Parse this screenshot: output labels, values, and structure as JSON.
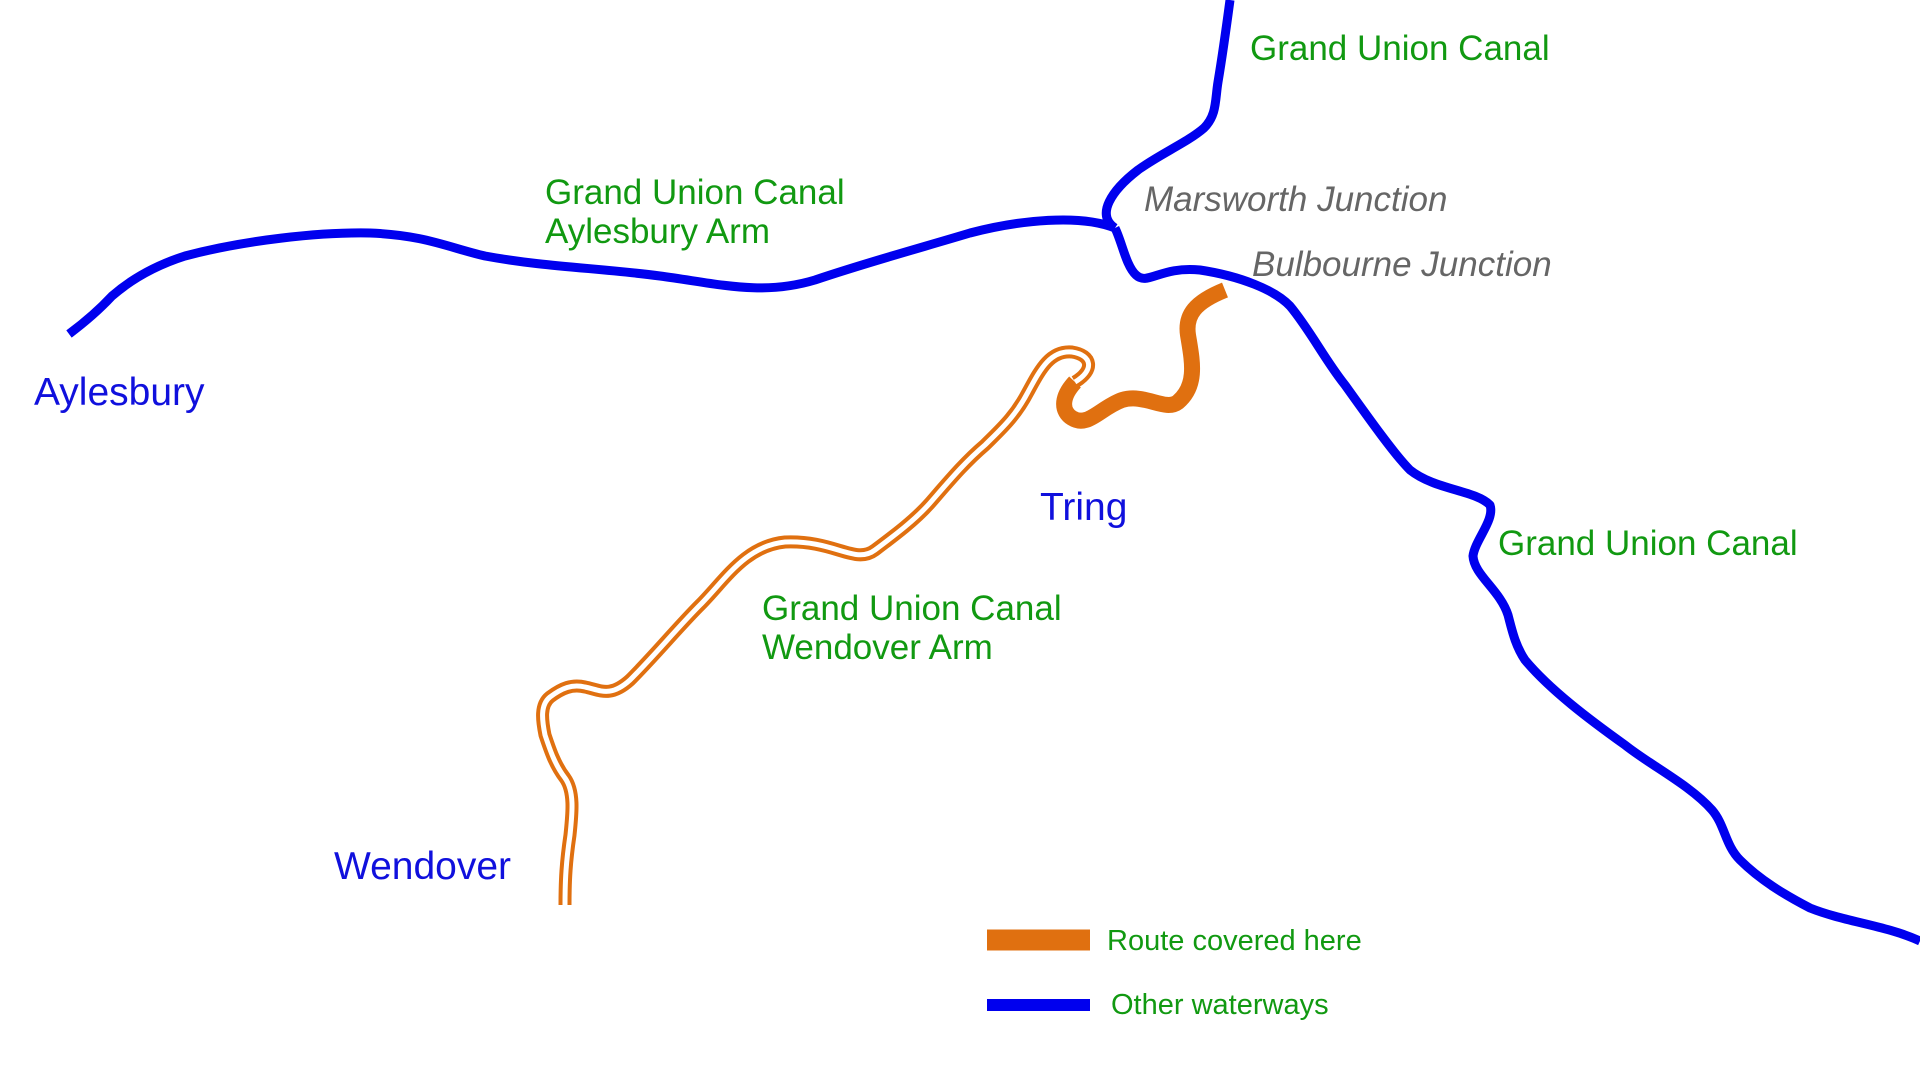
{
  "colors": {
    "route": "#E07010",
    "other_waterways": "#0000EE",
    "canal_label": "#119911",
    "place_label": "#1010DD",
    "junction_label": "#666666",
    "background": "#FFFFFF"
  },
  "places": {
    "aylesbury": "Aylesbury",
    "tring": "Tring",
    "wendover": "Wendover"
  },
  "canals": {
    "north": "Grand Union Canal",
    "aylesbury_arm_line1": "Grand Union Canal",
    "aylesbury_arm_line2": "Aylesbury Arm",
    "south": "Grand Union Canal",
    "wendover_arm_line1": "Grand Union Canal",
    "wendover_arm_line2": "Wendover Arm"
  },
  "junctions": {
    "marsworth": "Marsworth Junction",
    "bulbourne": "Bulbourne Junction"
  },
  "legend": {
    "route": "Route covered here",
    "other": "Other waterways"
  }
}
